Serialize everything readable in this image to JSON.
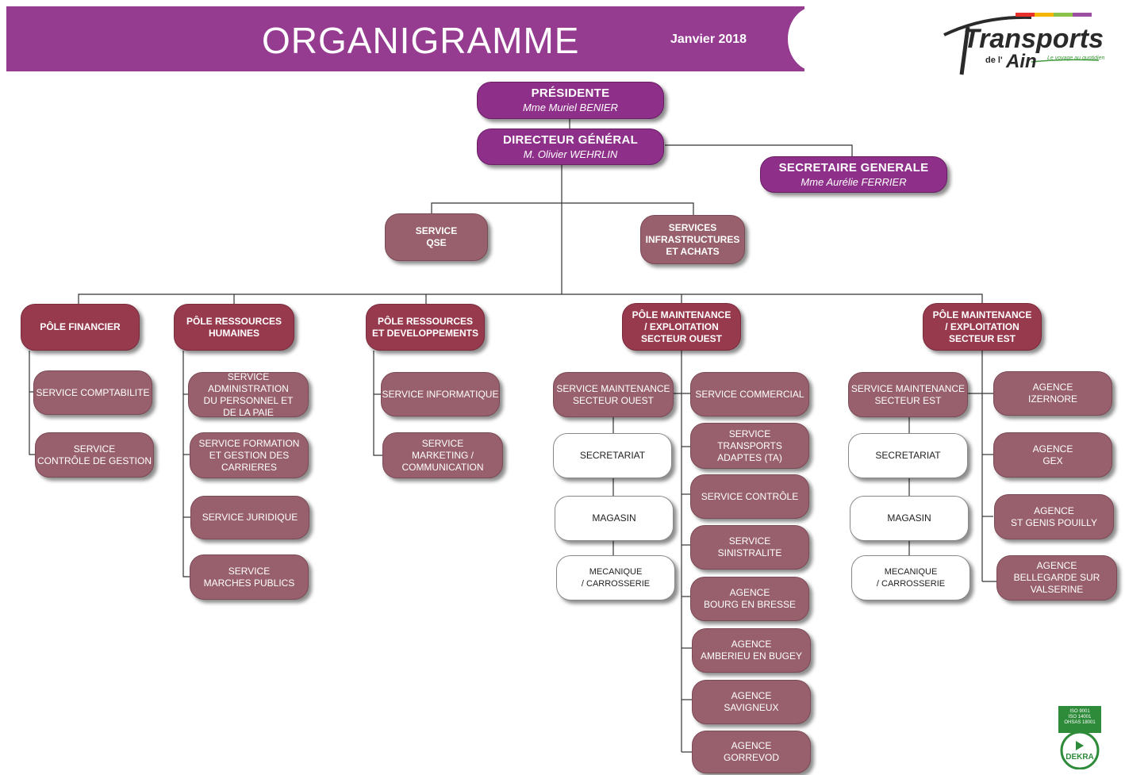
{
  "header": {
    "title": "ORGANIGRAMME",
    "date": "Janvier 2018",
    "banner_color": "#953c91"
  },
  "logo": {
    "main": "Transports",
    "de": "de l'",
    "sub": "Ain",
    "tagline": "Le voyage au quotidien"
  },
  "certification": {
    "lines": [
      "ISO 9001",
      "ISO 14001",
      "OHSAS 18001"
    ],
    "brand": "DEKRA",
    "color": "#2e8b3a"
  },
  "colors": {
    "purple": "#8e2f8a",
    "wine": "#983a4e",
    "mauve": "#98606c"
  },
  "top": {
    "president": {
      "title": "PRÉSIDENTE",
      "name": "Mme Muriel BENIER"
    },
    "director": {
      "title": "DIRECTEUR GÉNÉRAL",
      "name": "M. Olivier WEHRLIN"
    },
    "secretary": {
      "title": "SECRETAIRE GENERALE",
      "name": "Mme Aurélie FERRIER"
    }
  },
  "services_top": {
    "qse": [
      "SERVICE",
      "QSE"
    ],
    "infra": [
      "SERVICES",
      "INFRASTRUCTURES",
      "ET ACHATS"
    ]
  },
  "poles": {
    "financier": {
      "title": [
        "PÔLE FINANCIER"
      ],
      "items": [
        [
          "SERVICE COMPTABILITE"
        ],
        [
          "SERVICE",
          "CONTRÔLE DE GESTION"
        ]
      ]
    },
    "rh": {
      "title": [
        "PÔLE RESSOURCES",
        "HUMAINES"
      ],
      "items": [
        [
          "SERVICE ADMINISTRATION",
          "DU PERSONNEL ET",
          "DE LA PAIE"
        ],
        [
          "SERVICE FORMATION",
          "ET GESTION DES",
          "CARRIERES"
        ],
        [
          "SERVICE JURIDIQUE"
        ],
        [
          "SERVICE",
          "MARCHES PUBLICS"
        ]
      ]
    },
    "dev": {
      "title": [
        "PÔLE RESSOURCES",
        "ET DEVELOPPEMENTS"
      ],
      "items": [
        [
          "SERVICE INFORMATIQUE"
        ],
        [
          "SERVICE",
          "MARKETING /",
          "COMMUNICATION"
        ]
      ]
    },
    "ouest": {
      "title": [
        "PÔLE MAINTENANCE",
        "/ EXPLOITATION",
        "SECTEUR OUEST"
      ],
      "maintenance": [
        "SERVICE MAINTENANCE",
        "SECTEUR OUEST"
      ],
      "secretariat": [
        "SECRETARIAT"
      ],
      "magasin": [
        "MAGASIN"
      ],
      "mecanique": [
        "MECANIQUE",
        "/ CARROSSERIE"
      ],
      "right": [
        [
          "SERVICE COMMERCIAL"
        ],
        [
          "SERVICE",
          "TRANSPORTS",
          "ADAPTES (TA)"
        ],
        [
          "SERVICE CONTRÔLE"
        ],
        [
          "SERVICE",
          "SINISTRALITE"
        ],
        [
          "AGENCE",
          "BOURG EN BRESSE"
        ],
        [
          "AGENCE",
          "AMBERIEU EN BUGEY"
        ],
        [
          "AGENCE",
          "SAVIGNEUX"
        ],
        [
          "AGENCE",
          "GORREVOD"
        ]
      ]
    },
    "est": {
      "title": [
        "PÔLE MAINTENANCE",
        "/ EXPLOITATION",
        "SECTEUR EST"
      ],
      "maintenance": [
        "SERVICE MAINTENANCE",
        "SECTEUR EST"
      ],
      "secretariat": [
        "SECRETARIAT"
      ],
      "magasin": [
        "MAGASIN"
      ],
      "mecanique": [
        "MECANIQUE",
        "/ CARROSSERIE"
      ],
      "right": [
        [
          "AGENCE",
          "IZERNORE"
        ],
        [
          "AGENCE",
          "GEX"
        ],
        [
          "AGENCE",
          "ST GENIS POUILLY"
        ],
        [
          "AGENCE",
          "BELLEGARDE SUR",
          "VALSERINE"
        ]
      ]
    }
  }
}
